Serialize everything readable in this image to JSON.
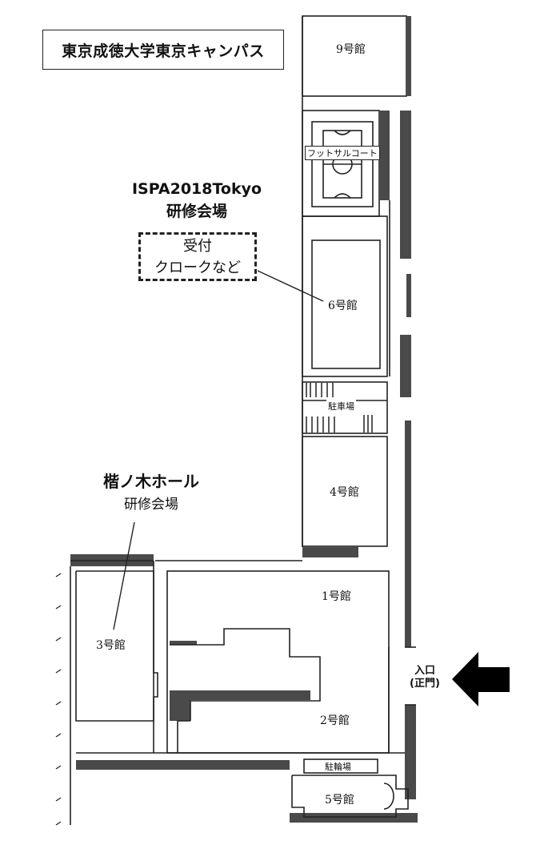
{
  "map": {
    "title": "東京成徳大学東京キャンパス",
    "venue": {
      "line1": "ISPA2018Tokyo",
      "line2": "研修会場",
      "reception_line1": "受付",
      "reception_line2": "クロークなど"
    },
    "hall": {
      "name": "楷ノ木ホール",
      "subtitle": "研修会場"
    },
    "buildings": {
      "b9": "9号館",
      "futsal": "フットサルコート",
      "b6": "6号館",
      "parking": "駐車場",
      "b4": "4号館",
      "b1": "1号館",
      "b3": "3号館",
      "b2": "2号館",
      "bike_parking": "駐輪場",
      "b5": "5号館"
    },
    "entrance": {
      "line1": "入口",
      "line2": "(正門)"
    },
    "colors": {
      "wall_dark": "#4a4a4a",
      "line": "#222222",
      "arrow": "#000000"
    }
  }
}
